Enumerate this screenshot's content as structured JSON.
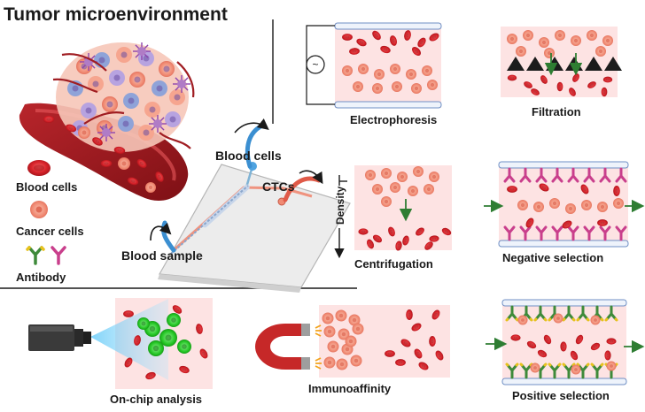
{
  "title": "Tumor microenvironment",
  "legend": {
    "blood_cells": "Blood cells",
    "cancer_cells": "Cancer cells",
    "antibody": "Antibody"
  },
  "chip": {
    "blood_cells": "Blood cells",
    "ctcs": "CTCs",
    "blood_sample": "Blood sample"
  },
  "methods": {
    "electrophoresis": "Electrophoresis",
    "filtration": "Filtration",
    "centrifugation": "Centrifugation",
    "density": "Density",
    "negative_selection": "Negative selection",
    "on_chip_analysis": "On-chip analysis",
    "immunoaffinity": "Immunoaffinity",
    "positive_selection": "Positive selection"
  },
  "ac_symbol": "~",
  "colors": {
    "red_cell": "#d8232a",
    "cancer_cell": "#f08a73",
    "panel_bg": "#fde3e3",
    "channel_wall": "#b9cbe6",
    "antibody_pink": "#c93f8c",
    "antibody_green": "#3e8a3a",
    "antibody_yellow": "#e8c21c",
    "arrow_green": "#2e7d32",
    "magnet_red": "#c62828",
    "fluor_green": "#22c322",
    "light_blue": "#4fc3f7"
  }
}
